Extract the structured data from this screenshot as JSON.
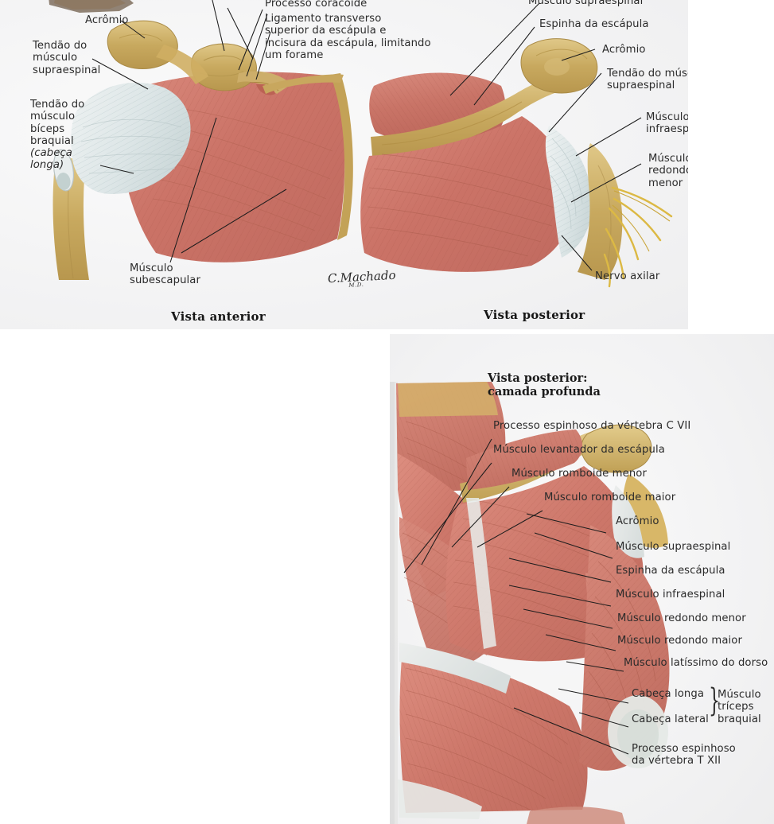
{
  "page": {
    "language": "pt-BR",
    "paper_color": "#f4f4f5",
    "muscle_color": "#cf7a6d",
    "bone_color": "#cdab63",
    "tendon_color": "#dfe6e6",
    "nerve_color": "#e2bf4a",
    "leader_color": "#1d1d1d"
  },
  "figure_top": {
    "caption_left": "Vista anterior",
    "caption_right": "Vista posterior",
    "signature": "C.Machado",
    "signature_suffix": "M.D.",
    "labels": [
      {
        "id": "acromio-ant",
        "text": "Acrômio"
      },
      {
        "id": "tendao-supraespinal-ant",
        "text": "Tendão do\nmúsculo\nsupraespinal"
      },
      {
        "id": "tendao-biceps",
        "text": "Tendão do\nmúsculo\nbíceps\nbraquial"
      },
      {
        "id": "tendao-biceps-ital",
        "text": "(cabeça\nlonga)"
      },
      {
        "id": "processo-coracoide",
        "text": "Processo coracoide"
      },
      {
        "id": "ligamento-transverso",
        "text": "Ligamento transverso\nsuperior da escápula e\nincisura da escápula, limitando\num forame"
      },
      {
        "id": "musculo-subescapular",
        "text": "Músculo\nsubescapular"
      },
      {
        "id": "musculo-supraespinal-post",
        "text": "Músculo supraespinal"
      },
      {
        "id": "espinha-escapula-post",
        "text": "Espinha da escápula"
      },
      {
        "id": "acromio-post",
        "text": "Acrômio"
      },
      {
        "id": "tendao-supraespinal-post",
        "text": "Tendão do músculo\nsupraespinal"
      },
      {
        "id": "musculo-infraespinal-post",
        "text": "Músculo\ninfraespinal"
      },
      {
        "id": "musculo-redondo-menor-post",
        "text": "Músculo\nredondo\nmenor"
      },
      {
        "id": "nervo-axilar",
        "text": "Nervo axilar"
      }
    ]
  },
  "figure_bottom": {
    "heading": "Vista posterior:\ncamada profunda",
    "brace_label": "Músculo\ntríceps\nbraquial",
    "brace_glyph": "}",
    "labels": [
      {
        "id": "processo-espinhoso-c7",
        "text": "Processo espinhoso da vértebra C VII"
      },
      {
        "id": "levantador-escapula",
        "text": "Músculo levantador da escápula"
      },
      {
        "id": "romboide-menor",
        "text": "Músculo romboide menor"
      },
      {
        "id": "romboide-maior",
        "text": "Músculo romboide maior"
      },
      {
        "id": "acromio",
        "text": "Acrômio"
      },
      {
        "id": "supraespinal",
        "text": "Músculo supraespinal"
      },
      {
        "id": "espinha-escapula",
        "text": "Espinha da escápula"
      },
      {
        "id": "infraespinal",
        "text": "Músculo infraespinal"
      },
      {
        "id": "redondo-menor",
        "text": "Músculo redondo menor"
      },
      {
        "id": "redondo-maior",
        "text": "Músculo redondo maior"
      },
      {
        "id": "latissimo-dorso",
        "text": "Músculo latíssimo do dorso"
      },
      {
        "id": "cabeca-longa",
        "text": "Cabeça longa"
      },
      {
        "id": "cabeca-lateral",
        "text": "Cabeça lateral"
      },
      {
        "id": "processo-espinhoso-t12",
        "text": "Processo espinhoso\nda vértebra T XII"
      }
    ]
  }
}
